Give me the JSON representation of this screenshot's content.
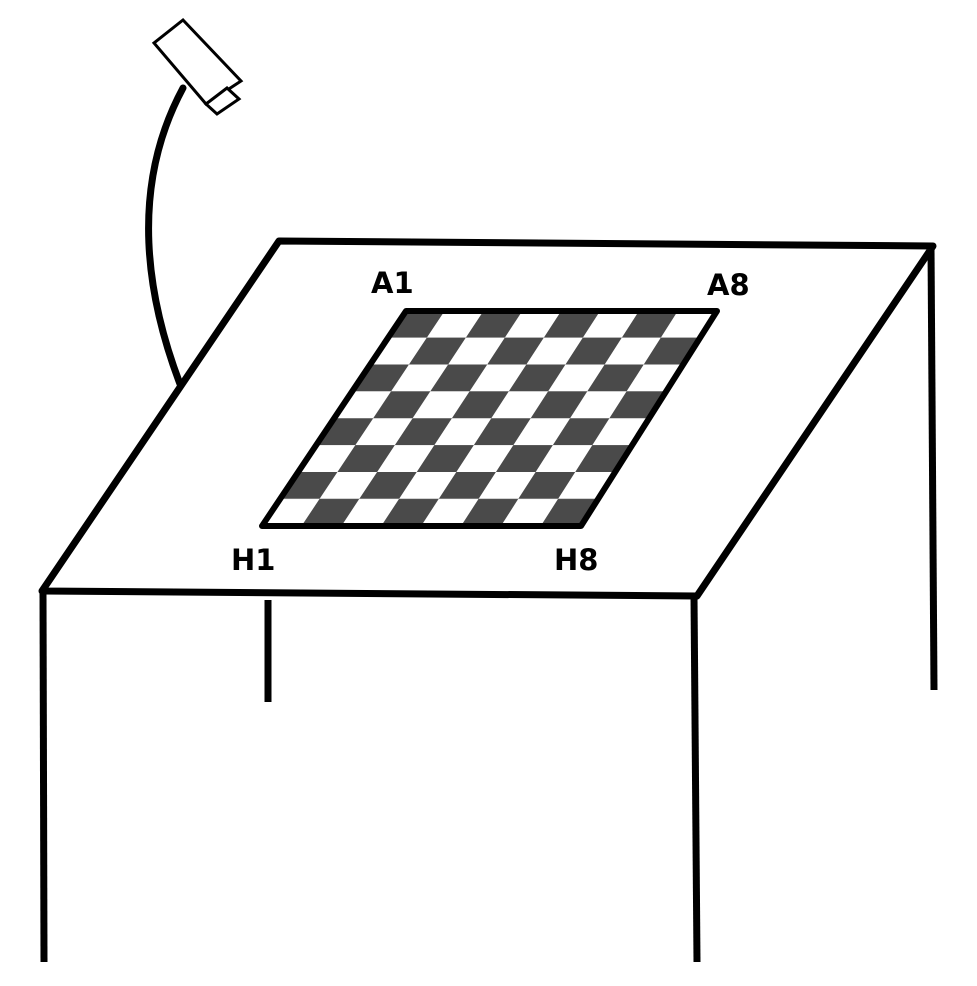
{
  "labels": {
    "corner_a1": "A1",
    "corner_a8": "A8",
    "corner_h1": "H1",
    "corner_h8": "H8"
  },
  "board": {
    "rows": 8,
    "cols": 8
  },
  "colors": {
    "line": "#000000",
    "dark_square": "#4a4a4a",
    "light_square": "#ffffff",
    "background": "#ffffff"
  }
}
